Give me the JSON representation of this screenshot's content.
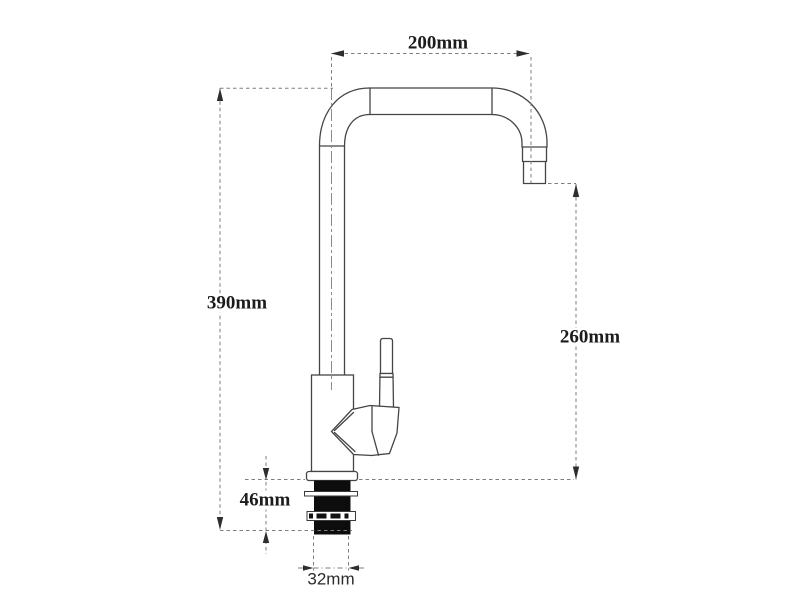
{
  "page": {
    "background": "#ffffff",
    "description": "Technical dimension drawing of a single-handle kitchen faucet, side elevation"
  },
  "drawing": {
    "subject": "kitchen faucet side elevation",
    "style": "line drawing with dashed dimension lines",
    "outline_color": "#454545",
    "dimension_line_color": "#7d7d7d",
    "arrow_color": "#2e2e2e",
    "base_fill_color": "#0d0d0d"
  },
  "dimensions": {
    "spout_reach": "200mm",
    "overall_height": "390mm",
    "spout_clearance": "260mm",
    "mount_depth": "46mm",
    "hole_diameter": "32mm"
  }
}
